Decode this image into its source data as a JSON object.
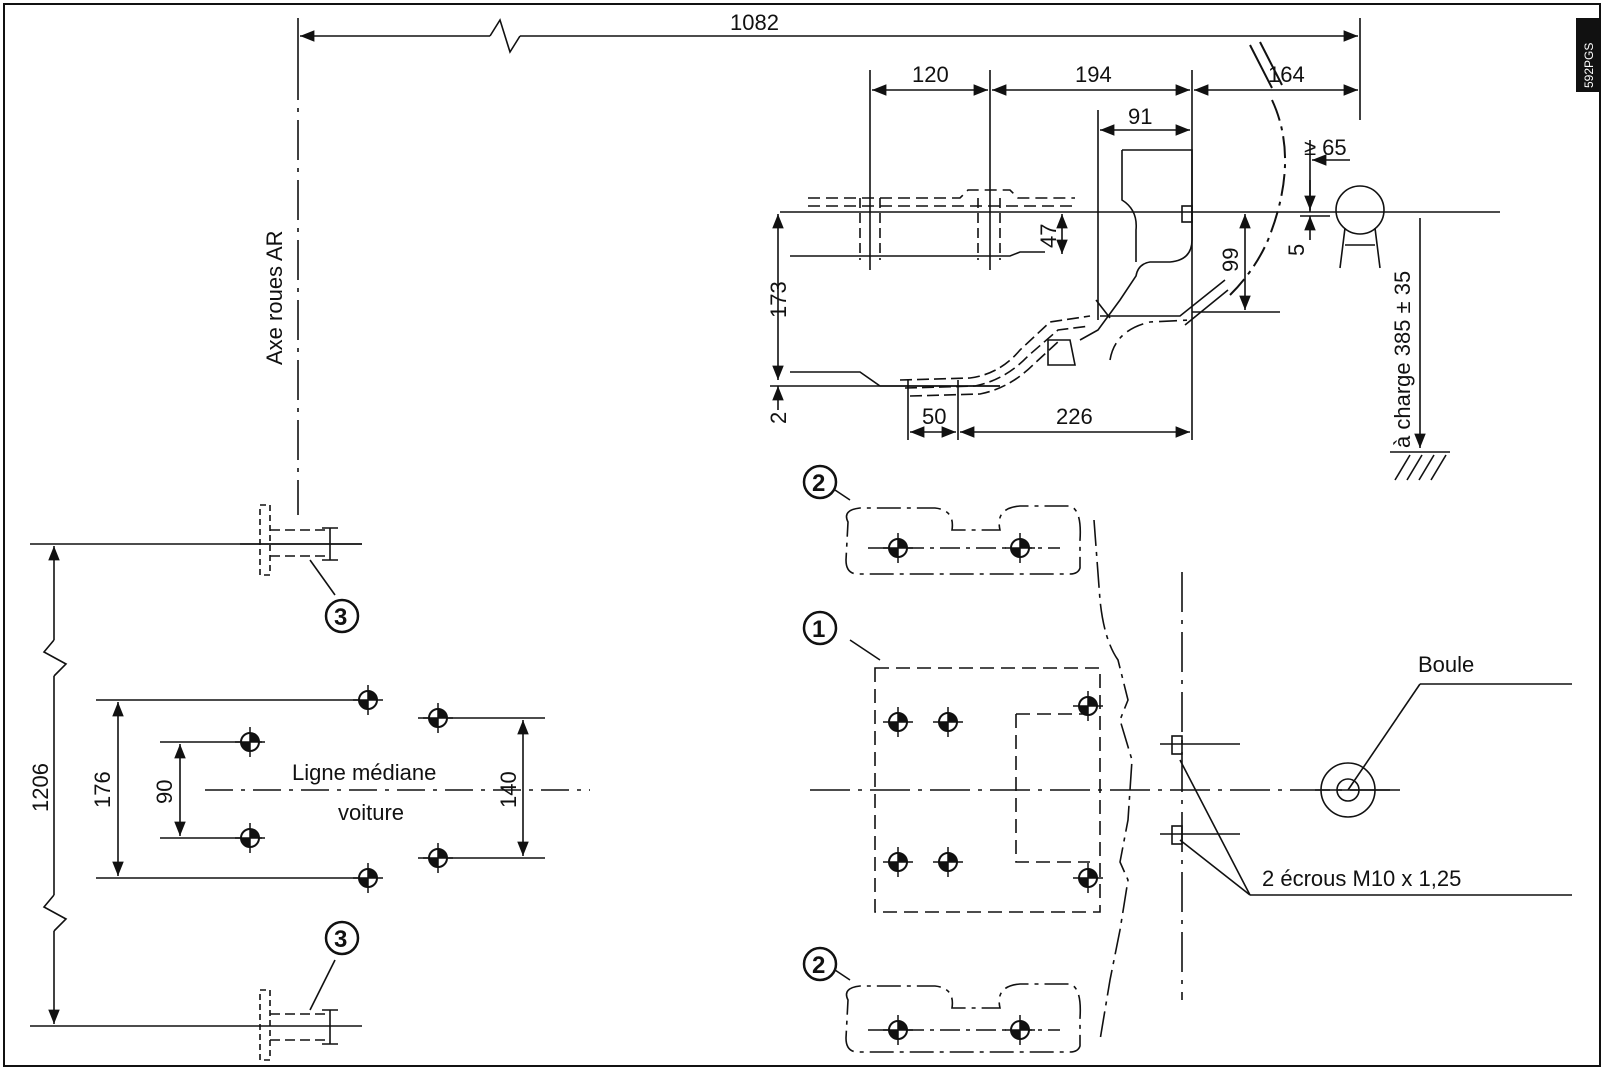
{
  "dimensions": {
    "d1082": "1082",
    "d120": "120",
    "d194": "194",
    "d164": "164",
    "d91": "91",
    "d65": "≥ 65",
    "d47": "47",
    "d173": "173",
    "d99": "99",
    "d5": "5",
    "d2": "2",
    "d50": "50",
    "d226": "226",
    "d1206": "1206",
    "d176": "176",
    "d90": "90",
    "d140": "140",
    "load_height": "à charge 385 ± 35"
  },
  "labels": {
    "rear_axle": "Axe roues AR",
    "centerline_1": "Ligne médiane",
    "centerline_2": "voiture",
    "ball": "Boule",
    "nuts": "2 écrous M10 x 1,25",
    "ref_tag": "592PGS"
  },
  "callouts": {
    "c1": "1",
    "c2": "2",
    "c3": "3"
  }
}
